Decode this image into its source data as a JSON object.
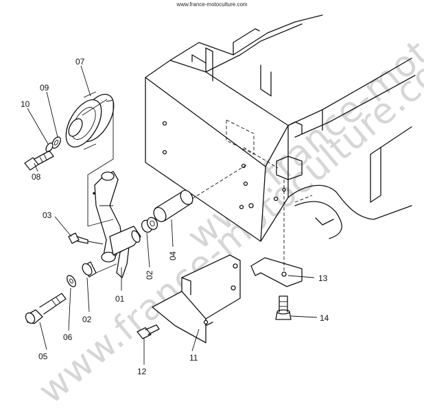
{
  "header": {
    "site_url": "www.france-motoculture.com"
  },
  "watermark": {
    "text": "www.france-motoculture.com"
  },
  "parts": [
    {
      "id": "07",
      "label": "07"
    },
    {
      "id": "09",
      "label": "09"
    },
    {
      "id": "10",
      "label": "10"
    },
    {
      "id": "08",
      "label": "08"
    },
    {
      "id": "03",
      "label": "03"
    },
    {
      "id": "04",
      "label": "04"
    },
    {
      "id": "02a",
      "label": "02"
    },
    {
      "id": "01",
      "label": "01"
    },
    {
      "id": "02b",
      "label": "02"
    },
    {
      "id": "06",
      "label": "06"
    },
    {
      "id": "05",
      "label": "05"
    },
    {
      "id": "13",
      "label": "13"
    },
    {
      "id": "14",
      "label": "14"
    },
    {
      "id": "11",
      "label": "11"
    },
    {
      "id": "12",
      "label": "12"
    }
  ]
}
